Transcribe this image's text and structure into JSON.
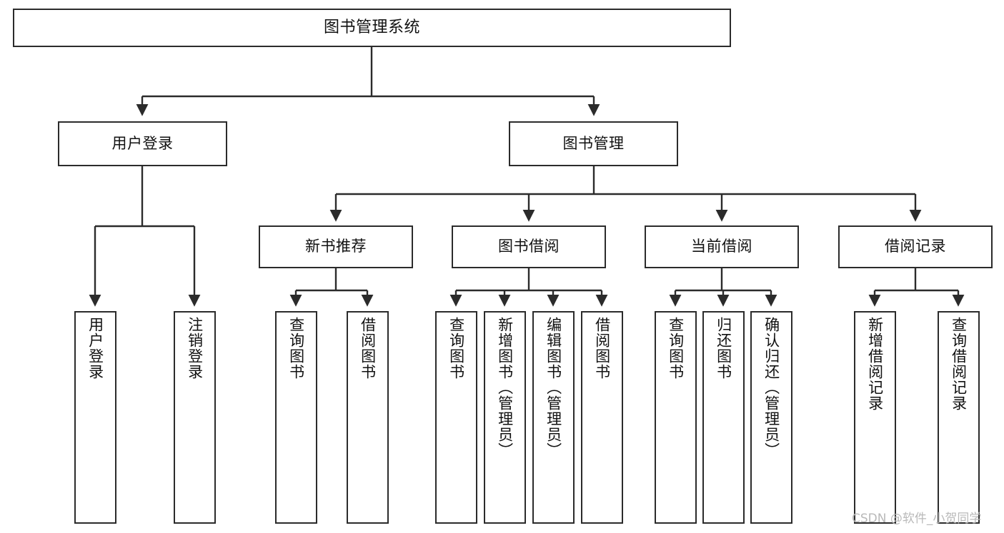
{
  "diagram": {
    "title": "图书管理系统",
    "type": "tree-hierarchy-diagram",
    "stroke_color": "#2b2b2b",
    "background_color": "#ffffff",
    "text_color": "#111111",
    "nodes": {
      "root": {
        "label": "图书管理系统"
      },
      "level2": [
        {
          "label": "用户登录"
        },
        {
          "label": "图书管理"
        }
      ],
      "level3": [
        {
          "label": "新书推荐"
        },
        {
          "label": "图书借阅"
        },
        {
          "label": "当前借阅"
        },
        {
          "label": "借阅记录"
        }
      ],
      "leaves": {
        "user_login": [
          {
            "label": "用户登录"
          },
          {
            "label": "注销登录"
          }
        ],
        "new_book": [
          {
            "label": "查询图书"
          },
          {
            "label": "借阅图书"
          }
        ],
        "book_borrow": [
          {
            "label": "查询图书"
          },
          {
            "label": "新增图书（管理员）"
          },
          {
            "label": "编辑图书（管理员）"
          },
          {
            "label": "借阅图书"
          }
        ],
        "current_borrow": [
          {
            "label": "查询图书"
          },
          {
            "label": "归还图书"
          },
          {
            "label": "确认归还（管理员）"
          }
        ],
        "borrow_record": [
          {
            "label": "新增借阅记录"
          },
          {
            "label": "查询借阅记录"
          }
        ]
      }
    },
    "watermark": "CSDN @软件_小贺同学"
  }
}
